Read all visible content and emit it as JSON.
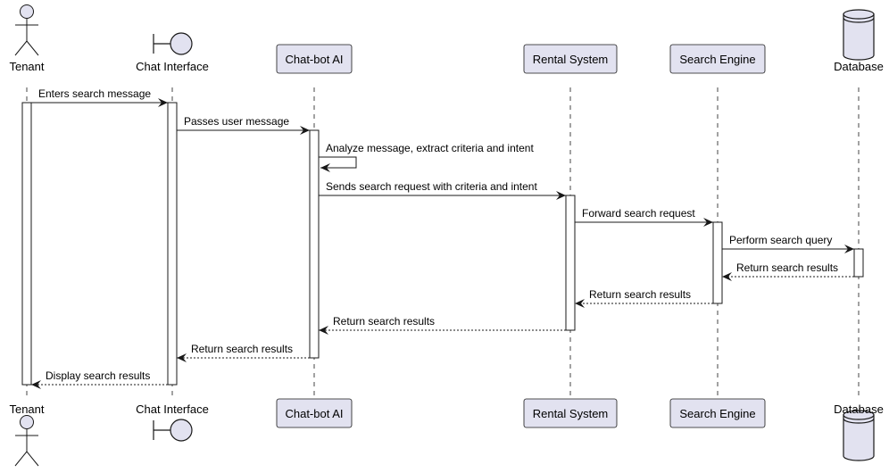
{
  "participants": [
    {
      "id": "tenant",
      "label": "Tenant",
      "kind": "actor"
    },
    {
      "id": "chat",
      "label": "Chat Interface",
      "kind": "boundary"
    },
    {
      "id": "bot",
      "label": "Chat-bot AI",
      "kind": "participant"
    },
    {
      "id": "rental",
      "label": "Rental System",
      "kind": "participant"
    },
    {
      "id": "search",
      "label": "Search Engine",
      "kind": "participant"
    },
    {
      "id": "db",
      "label": "Database",
      "kind": "database"
    }
  ],
  "messages": [
    {
      "from": "tenant",
      "to": "chat",
      "text": "Enters search message",
      "style": "solid"
    },
    {
      "from": "chat",
      "to": "bot",
      "text": "Passes user message",
      "style": "solid"
    },
    {
      "from": "bot",
      "to": "bot",
      "text": "Analyze message, extract criteria and intent",
      "style": "self"
    },
    {
      "from": "bot",
      "to": "rental",
      "text": "Sends search request with criteria and intent",
      "style": "solid"
    },
    {
      "from": "rental",
      "to": "search",
      "text": "Forward search request",
      "style": "solid"
    },
    {
      "from": "search",
      "to": "db",
      "text": "Perform search query",
      "style": "solid"
    },
    {
      "from": "db",
      "to": "search",
      "text": "Return search results",
      "style": "dashed"
    },
    {
      "from": "search",
      "to": "rental",
      "text": "Return search results",
      "style": "dashed"
    },
    {
      "from": "rental",
      "to": "bot",
      "text": "Return search results",
      "style": "dashed"
    },
    {
      "from": "bot",
      "to": "chat",
      "text": "Return search results",
      "style": "dashed"
    },
    {
      "from": "chat",
      "to": "tenant",
      "text": "Display search results",
      "style": "dashed"
    }
  ],
  "colors": {
    "participant_fill": "#E2E2F0",
    "participant_stroke": "#181818",
    "lifeline": "#181818",
    "activation_fill": "#FFFFFF",
    "text": "#000000"
  }
}
